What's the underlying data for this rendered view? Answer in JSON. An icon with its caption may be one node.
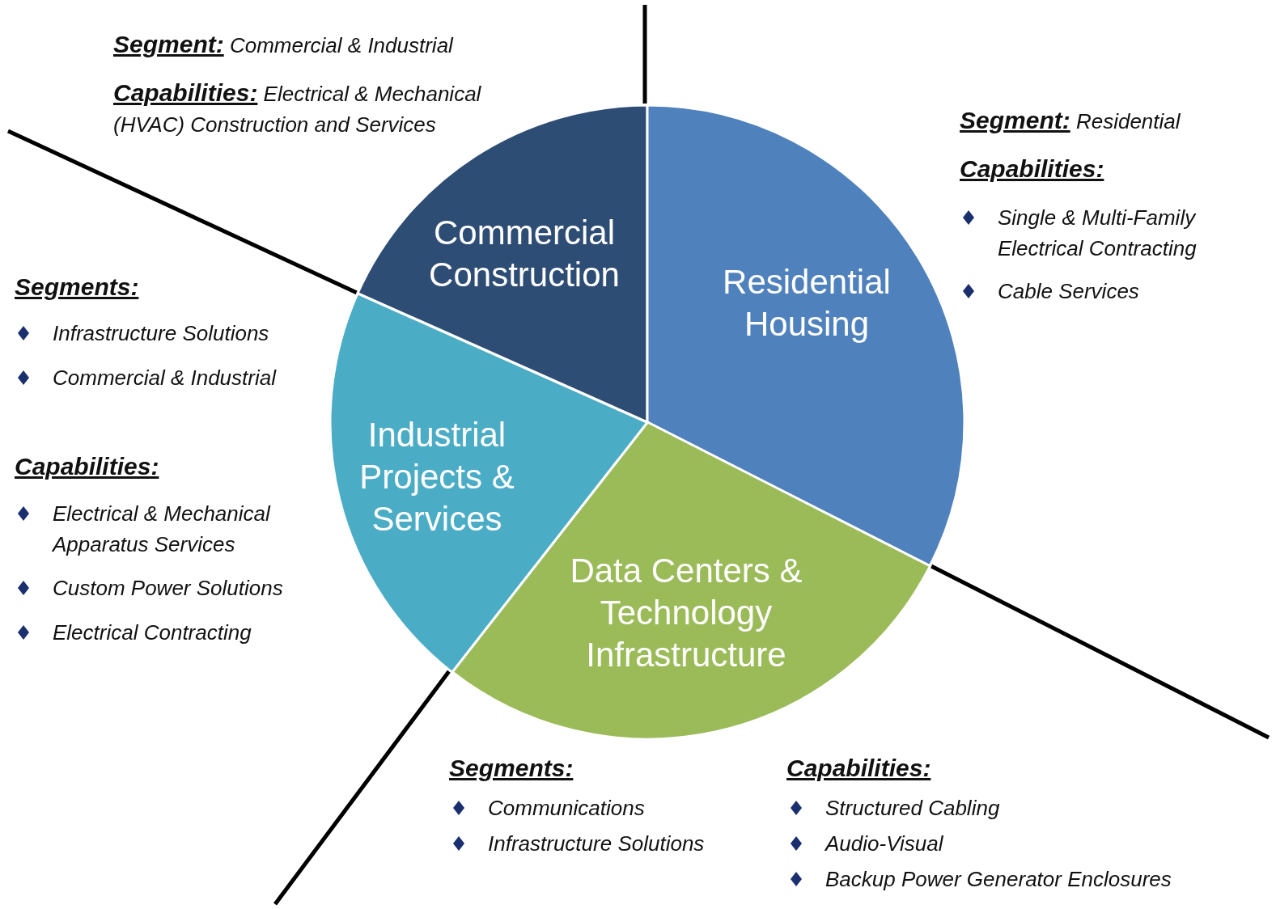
{
  "diagram": {
    "nodes": [
      {
        "text": [
          "Commercial Construction"
        ]
      },
      {
        "text": [
          "Residential Housing"
        ]
      },
      {
        "text": [
          "Data Centers & Technology Infrastructure"
        ]
      },
      {
        "text": [
          "Industrial Projects & Services"
        ]
      }
    ],
    "labels": [
      "**Segment:** Commercial & Industrial",
      "**Capabilities:** Electrical & Mechanical (HVAC) Construction and Services",
      "**Segment:** Residential",
      "Capabilities:",
      "Single & Multi-Family Electrical Contracting",
      "Cable Services",
      "Segments:",
      "Infrastructure Solutions",
      "Commercial & Industrial",
      "Capabilities:",
      "Electrical & Mechanical Apparatus Services",
      "Custom Power Solutions",
      "Electrical Contracting",
      "Segments:",
      "Communications",
      "Infrastructure Solutions",
      "Capabilities:",
      "Structured Cabling",
      "Audio-Visual",
      "Backup Power Generator Enclosures"
    ]
  }
}
